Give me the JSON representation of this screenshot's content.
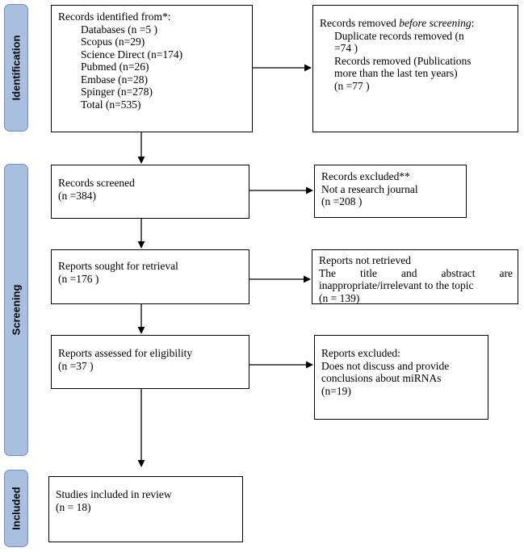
{
  "phases": {
    "identification": "Identification",
    "screening": "Screening",
    "included": "Included"
  },
  "identified": {
    "heading": "Records identified from*:",
    "sources": [
      "Databases (n =5 )",
      "Scopus (n=29)",
      "Science Direct (n=174)",
      "Pubmed (n=26)",
      "Embase (n=28)",
      "Spinger (n=278)",
      "Total (n=535)"
    ]
  },
  "removed": {
    "heading_prefix": "Records removed ",
    "heading_em": "before screening",
    "heading_suffix": ":",
    "lines": [
      "Duplicate records removed  (n",
      "=74 )",
      "Records removed (Publications",
      "more than the last ten years)",
      "(n =77 )"
    ]
  },
  "screened": {
    "title": "Records screened",
    "count": "(n =384)"
  },
  "excluded": {
    "title": "Records excluded**",
    "reason": "Not a research journal",
    "count": "(n =208 )"
  },
  "sought": {
    "title": "Reports sought for retrieval",
    "count": "(n =176 )"
  },
  "not_retrieved": {
    "title": "Reports not retrieved",
    "line1": "The title and abstract are",
    "line2": "inappropriate/irrelevant to the topic",
    "count": "(n = 139)"
  },
  "assessed": {
    "title": "Reports assessed for eligibility",
    "count": "(n =37 )"
  },
  "reports_excluded": {
    "title": "Reports excluded:",
    "line1": "Does not discuss and provide",
    "line2": "conclusions about miRNAs",
    "count": "(n=19)"
  },
  "included": {
    "title": "Studies included in review",
    "count": "(n = 18)"
  }
}
